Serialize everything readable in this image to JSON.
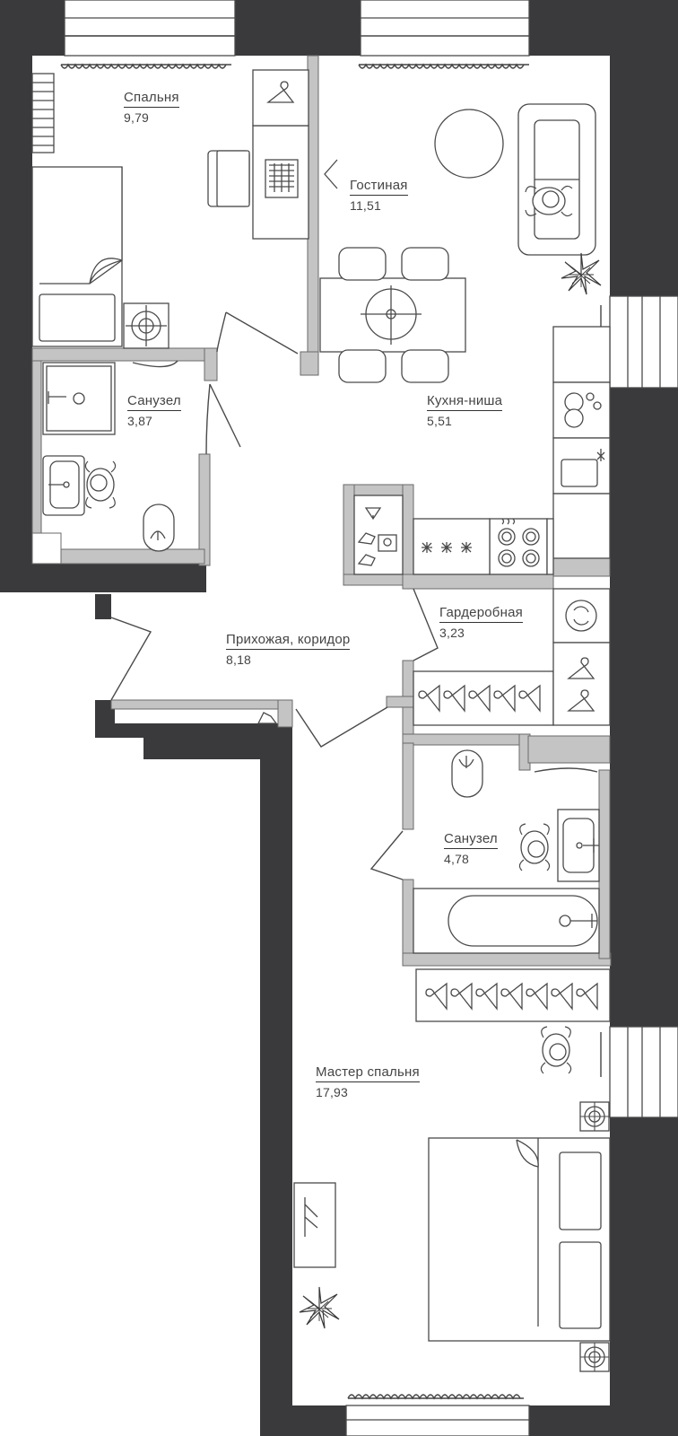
{
  "rooms": [
    {
      "id": "bedroom",
      "name": "Спальня",
      "area": "9,79"
    },
    {
      "id": "living-room",
      "name": "Гостиная",
      "area": "11,51"
    },
    {
      "id": "kitchen-niche",
      "name": "Кухня-ниша",
      "area": "5,51"
    },
    {
      "id": "bathroom-1",
      "name": "Санузел",
      "area": "3,87"
    },
    {
      "id": "wardrobe",
      "name": "Гардеробная",
      "area": "3,23"
    },
    {
      "id": "hallway",
      "name": "Прихожая, коридор",
      "area": "8,18"
    },
    {
      "id": "bathroom-2",
      "name": "Санузел",
      "area": "4,78"
    },
    {
      "id": "master-bedroom",
      "name": "Мастер спальня",
      "area": "17,93"
    }
  ],
  "colors": {
    "wall": "#3a3a3c",
    "partition": "#c4c4c4",
    "line": "#4a4a4a",
    "background": "#ffffff"
  },
  "icons": [
    "bed-icon",
    "sofa-icon",
    "dining-table-icon",
    "armchair-icon",
    "toilet-icon",
    "sink-icon",
    "bathtub-icon",
    "stove-icon",
    "washing-machine-icon",
    "hanger-icon",
    "plant-icon",
    "person-icon",
    "desk-icon",
    "laptop-icon",
    "radiator-icon",
    "window-icon",
    "door-icon",
    "lamp-icon"
  ]
}
